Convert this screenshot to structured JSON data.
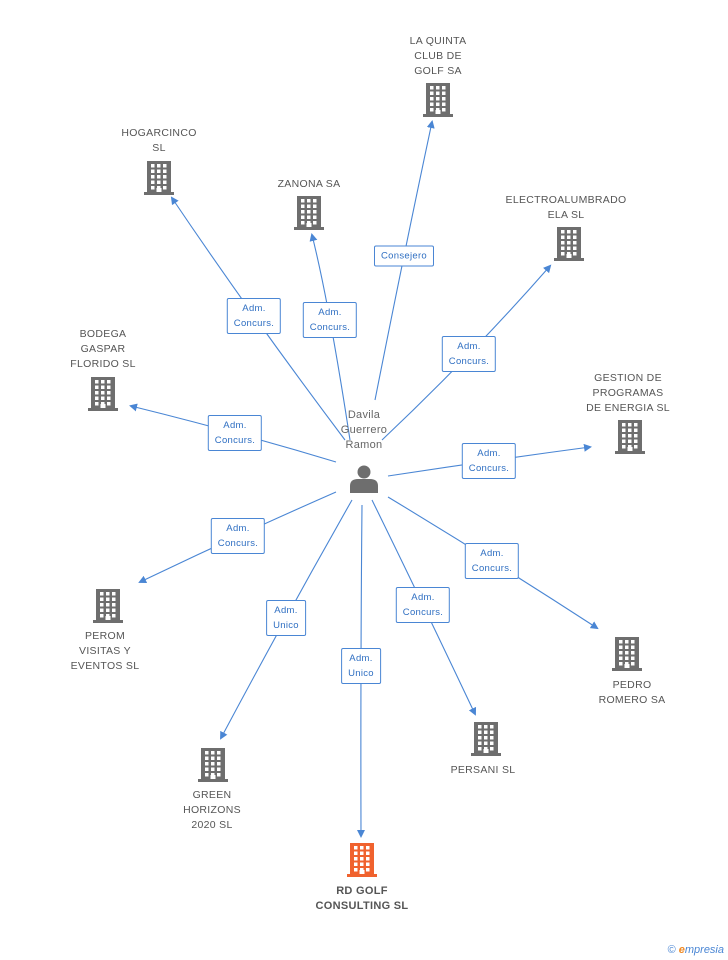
{
  "colors": {
    "edge": "#4a86d4",
    "building": "#6e6e6e",
    "building_highlight": "#f0622e",
    "person": "#6e6e6e"
  },
  "center": {
    "name": "Davila\nGuerrero\nRamon",
    "icon": "person-icon"
  },
  "nodes": [
    {
      "id": "laquinta",
      "name": "LA QUINTA\nCLUB DE\nGOLF SA",
      "icon": "building-icon",
      "highlight": false
    },
    {
      "id": "hogarcinco",
      "name": "HOGARCINCO\nSL",
      "icon": "building-icon",
      "highlight": false
    },
    {
      "id": "zanona",
      "name": "ZANONA SA",
      "icon": "building-icon",
      "highlight": false
    },
    {
      "id": "electro",
      "name": "ELECTROALUMBRADO\nELA SL",
      "icon": "building-icon",
      "highlight": false
    },
    {
      "id": "bodega",
      "name": "BODEGA\nGASPAR\nFLORIDO SL",
      "icon": "building-icon",
      "highlight": false
    },
    {
      "id": "gestion",
      "name": "GESTION DE\nPROGRAMAS\nDE ENERGIA SL",
      "icon": "building-icon",
      "highlight": false
    },
    {
      "id": "perom",
      "name": "PEROM\nVISITAS Y\nEVENTOS SL",
      "icon": "building-icon",
      "highlight": false
    },
    {
      "id": "pedro",
      "name": "PEDRO\nROMERO SA",
      "icon": "building-icon",
      "highlight": false
    },
    {
      "id": "persani",
      "name": "PERSANI SL",
      "icon": "building-icon",
      "highlight": false
    },
    {
      "id": "green",
      "name": "GREEN\nHORIZONS\n2020 SL",
      "icon": "building-icon",
      "highlight": false
    },
    {
      "id": "rdgolf",
      "name": "RD GOLF\nCONSULTING SL",
      "icon": "building-icon",
      "highlight": true
    }
  ],
  "edges": [
    {
      "to": "laquinta",
      "label": "Consejero"
    },
    {
      "to": "hogarcinco",
      "label": "Adm.\nConcurs."
    },
    {
      "to": "zanona",
      "label": "Adm.\nConcurs."
    },
    {
      "to": "electro",
      "label": "Adm.\nConcurs."
    },
    {
      "to": "bodega",
      "label": "Adm.\nConcurs."
    },
    {
      "to": "gestion",
      "label": "Adm.\nConcurs."
    },
    {
      "to": "perom",
      "label": "Adm.\nConcurs."
    },
    {
      "to": "pedro",
      "label": "Adm.\nConcurs."
    },
    {
      "to": "persani",
      "label": "Adm.\nConcurs."
    },
    {
      "to": "green",
      "label": "Adm.\nUnico"
    },
    {
      "to": "rdgolf",
      "label": "Adm.\nUnico"
    }
  ],
  "brand": {
    "copyright": "©",
    "first_letter": "e",
    "rest": "mpresia"
  }
}
